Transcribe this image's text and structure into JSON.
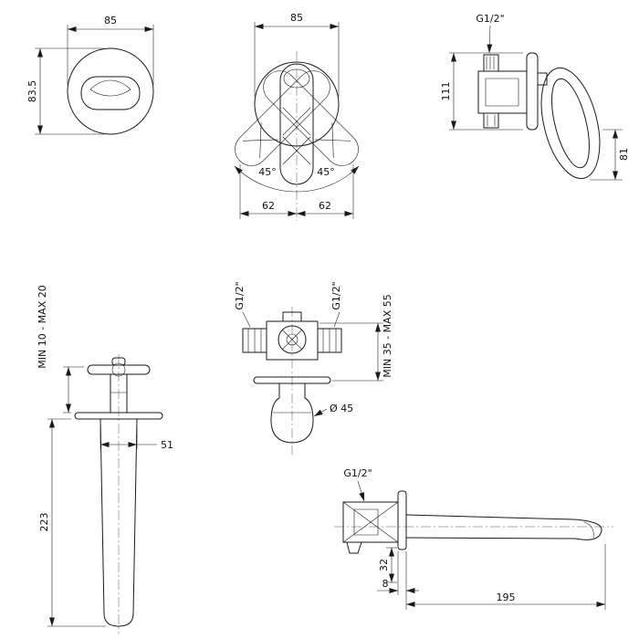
{
  "colors": {
    "line": "#1a1a1a",
    "background": "#ffffff"
  },
  "views": {
    "front_round": {
      "width": "85",
      "height": "83.5"
    },
    "front_swing": {
      "width": "85",
      "angle_left": "45°",
      "angle_right": "45°",
      "offset_left": "62",
      "offset_right": "62"
    },
    "side_mixer": {
      "thread": "G1/2\"",
      "height": "111",
      "handle_height": "81"
    },
    "column_spout": {
      "depth_range": "MIN 10 - MAX 20",
      "width": "51",
      "height": "223"
    },
    "valve_front": {
      "thread_left": "G1/2\"",
      "thread_right": "G1/2\"",
      "depth_range": "MIN 35 - MAX 55",
      "diameter": "Ø 45"
    },
    "wall_spout": {
      "thread": "G1/2\"",
      "outlet_offset": "32",
      "plate_thickness": "8",
      "length": "195"
    }
  }
}
